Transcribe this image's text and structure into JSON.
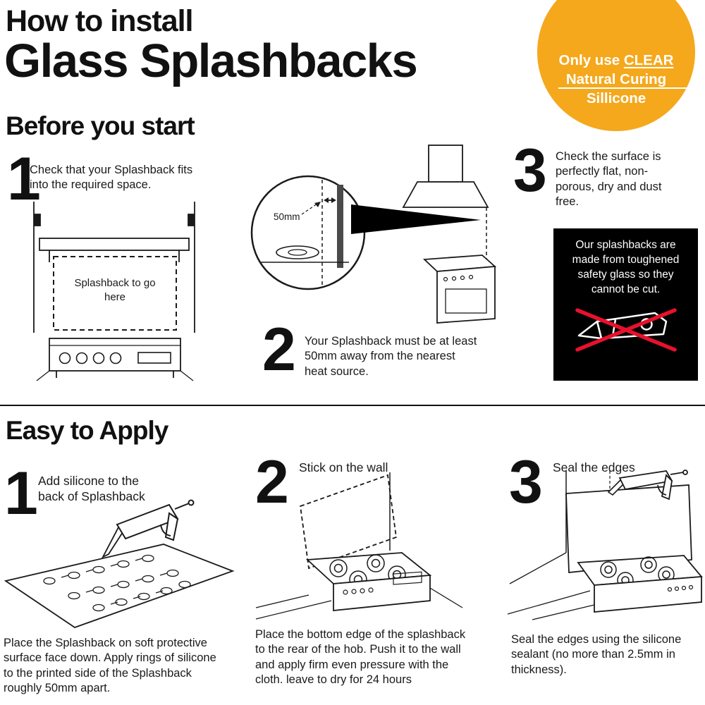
{
  "header": {
    "title_line1": "How to install",
    "title_line2": "Glass Splashbacks"
  },
  "badge": {
    "line1_prefix": "Only use ",
    "line1_emphasis": "CLEAR",
    "line2": "Natural Curing",
    "line3": "Sillicone"
  },
  "colors": {
    "badge_bg": "#F5A81C",
    "warning_bg": "#000000",
    "cross_red": "#E8112D",
    "ink": "#1A1A1A"
  },
  "before_section": {
    "heading": "Before you start",
    "steps": [
      {
        "number": "1",
        "text": "Check that your Splashback fits into the required space."
      },
      {
        "number": "2",
        "text": "Your Splashback must be at least 50mm away from the nearest heat source."
      },
      {
        "number": "3",
        "text": "Check the surface is perfectly flat, non-porous, dry and dust free."
      }
    ],
    "diagram1_label": "Splashback to go here",
    "diagram2_measurement": "50mm",
    "warning_text": "Our splashbacks are made from toughened safety glass so they cannot be cut."
  },
  "apply_section": {
    "heading": "Easy to Apply",
    "steps": [
      {
        "number": "1",
        "label": "Add silicone to the back of Splashback",
        "text": "Place the Splashback on soft protective surface face down. Apply rings of silicone to the printed side of the Splashback roughly 50mm apart."
      },
      {
        "number": "2",
        "label": "Stick on the wall",
        "text": "Place the bottom edge of the splashback to the rear of the hob. Push it to the wall and apply firm even pressure with the cloth. leave to dry for 24 hours"
      },
      {
        "number": "3",
        "label": "Seal the edges",
        "text": "Seal the edges using the silicone sealant (no more than 2.5mm in thickness)."
      }
    ]
  }
}
